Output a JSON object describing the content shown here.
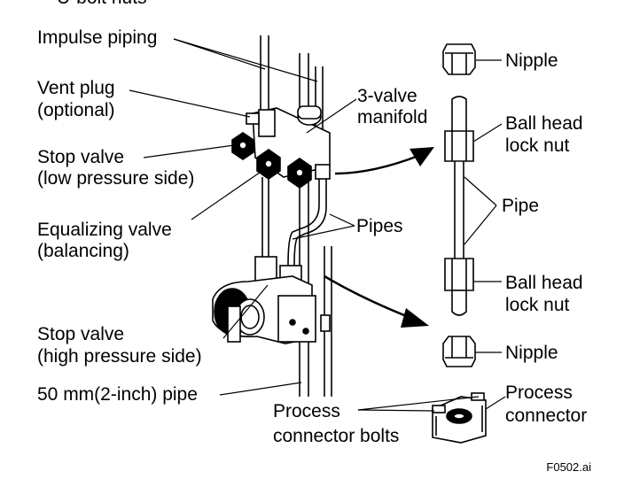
{
  "labels": {
    "top_cut": "U-bolt nuts",
    "impulse_piping": "Impulse piping",
    "vent_plug_1": "Vent plug",
    "vent_plug_2": "(optional)",
    "three_valve_1": "3-valve",
    "three_valve_2": "manifold",
    "stop_low_1": "Stop valve",
    "stop_low_2": "(low pressure side)",
    "equalizing_1": "Equalizing valve",
    "equalizing_2": "(balancing)",
    "pipes": "Pipes",
    "stop_high_1": "Stop valve",
    "stop_high_2": "(high pressure side)",
    "pipe_50mm": "50 mm(2-inch) pipe",
    "process_bolts_1": "Process",
    "process_bolts_2": "connector bolts",
    "nipple_top": "Nipple",
    "ball_head_top_1": "Ball head",
    "ball_head_top_2": "lock nut",
    "pipe": "Pipe",
    "ball_head_bottom_1": "Ball head",
    "ball_head_bottom_2": "lock nut",
    "nipple_bottom": "Nipple",
    "process_connector_1": "Process",
    "process_connector_2": "connector",
    "figure_id": "F0502.ai"
  }
}
